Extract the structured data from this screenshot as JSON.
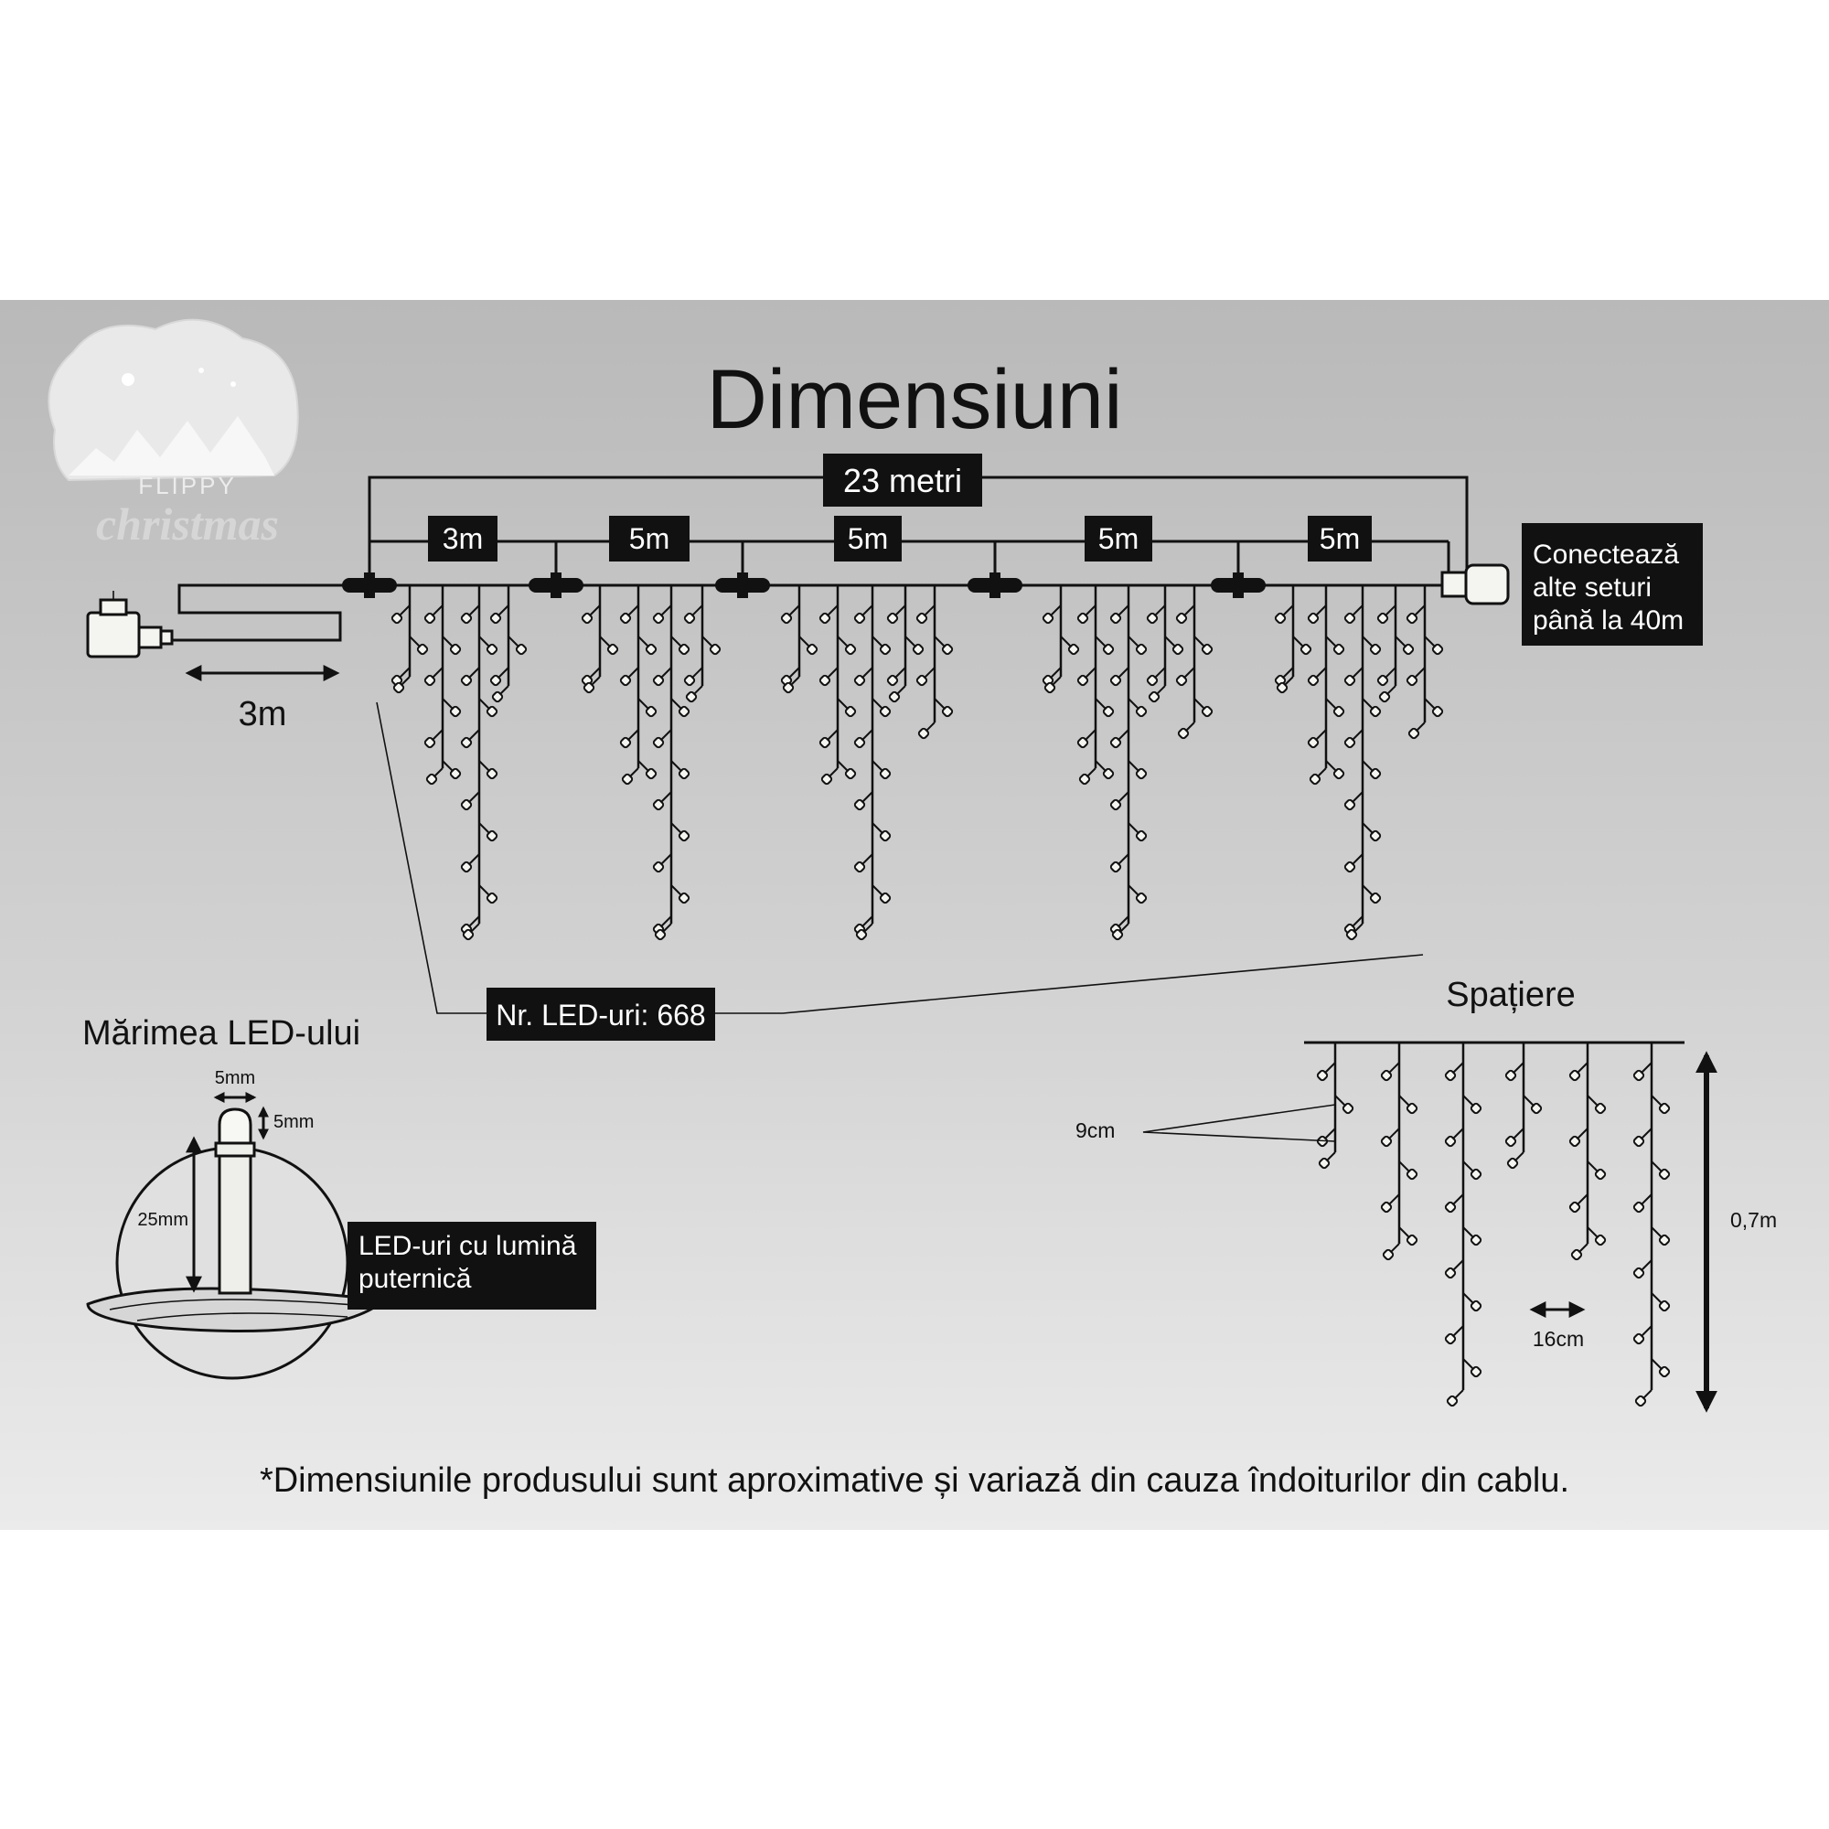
{
  "title": "Dimensiuni",
  "brand": {
    "line1": "FLIPPY",
    "line2": "christmas"
  },
  "total_length": "23 metri",
  "segments": [
    "3m",
    "5m",
    "5m",
    "5m",
    "5m"
  ],
  "lead_cable": "3m",
  "connect_note": [
    "Conectează",
    "alte seturi",
    "până la 40m"
  ],
  "led_count": "Nr. LED-uri: 668",
  "led_size": {
    "heading": "Mărimea LED-ului",
    "width": "5mm",
    "height": "5mm",
    "stem": "25mm",
    "note": [
      "LED-uri cu lumină",
      "puternică"
    ]
  },
  "spacing": {
    "heading": "Spațiere",
    "vertical": "9cm",
    "horizontal": "16cm",
    "drop": "0,7m"
  },
  "footnote": "*Dimensiunile produsului sunt aproximative și variază din cauza îndoiturilor din cablu.",
  "colors": {
    "ink": "#111111",
    "panel_top": "#b9b9b9",
    "panel_bottom": "#ebebeb",
    "bulb": "#f4f4f0"
  }
}
